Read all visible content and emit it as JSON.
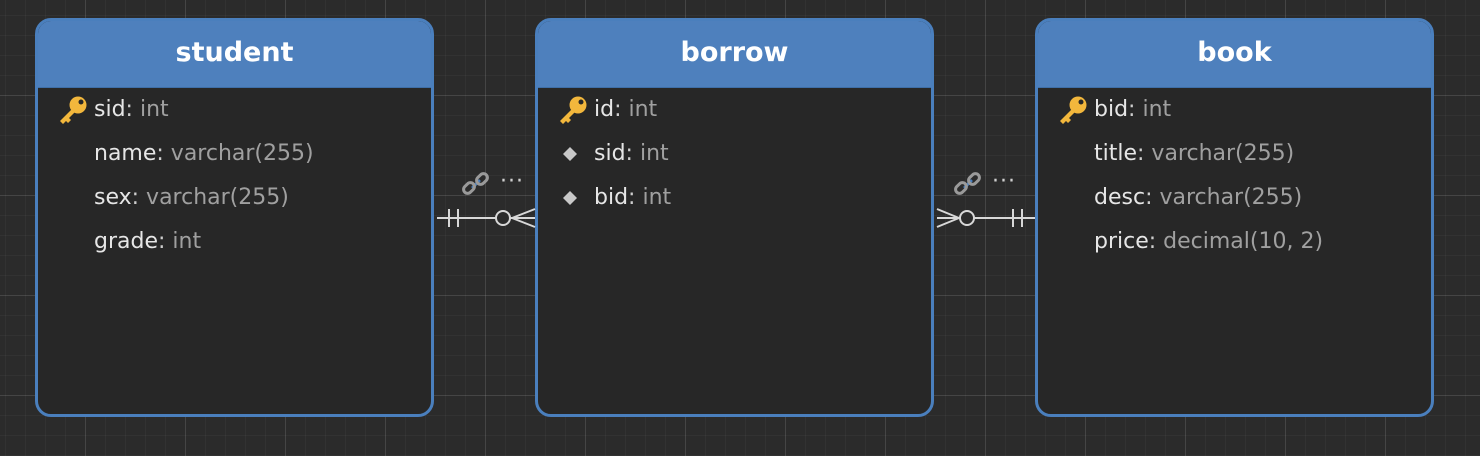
{
  "entities": [
    {
      "name": "student",
      "fields": [
        {
          "name": "sid",
          "type": "int",
          "icon": "primary-key-icon"
        },
        {
          "name": "name",
          "type": "varchar(255)",
          "icon": ""
        },
        {
          "name": "sex",
          "type": "varchar(255)",
          "icon": ""
        },
        {
          "name": "grade",
          "type": "int",
          "icon": ""
        }
      ]
    },
    {
      "name": "borrow",
      "fields": [
        {
          "name": "id",
          "type": "int",
          "icon": "primary-key-icon"
        },
        {
          "name": "sid",
          "type": "int",
          "icon": "foreign-key-icon"
        },
        {
          "name": "bid",
          "type": "int",
          "icon": "foreign-key-icon"
        }
      ]
    },
    {
      "name": "book",
      "fields": [
        {
          "name": "bid",
          "type": "int",
          "icon": "primary-key-icon"
        },
        {
          "name": "title",
          "type": "varchar(255)",
          "icon": ""
        },
        {
          "name": "desc",
          "type": "varchar(255)",
          "icon": ""
        },
        {
          "name": "price",
          "type": "decimal(10, 2)",
          "icon": ""
        }
      ]
    }
  ],
  "relationships": [
    {
      "from": "student",
      "to": "borrow",
      "from_cardinality": "one-and-only-one",
      "to_cardinality": "zero-or-many",
      "more_label": "···"
    },
    {
      "from": "borrow",
      "to": "book",
      "from_cardinality": "zero-or-many",
      "to_cardinality": "one-and-only-one",
      "more_label": "···"
    }
  ],
  "colors": {
    "header": "#4e80bd",
    "border": "#4a7fbd",
    "body": "#272727",
    "canvas": "#2b2b2b",
    "key": "#f2b73c",
    "connector": "#d8d8d8",
    "link": "#4a7fbd"
  }
}
